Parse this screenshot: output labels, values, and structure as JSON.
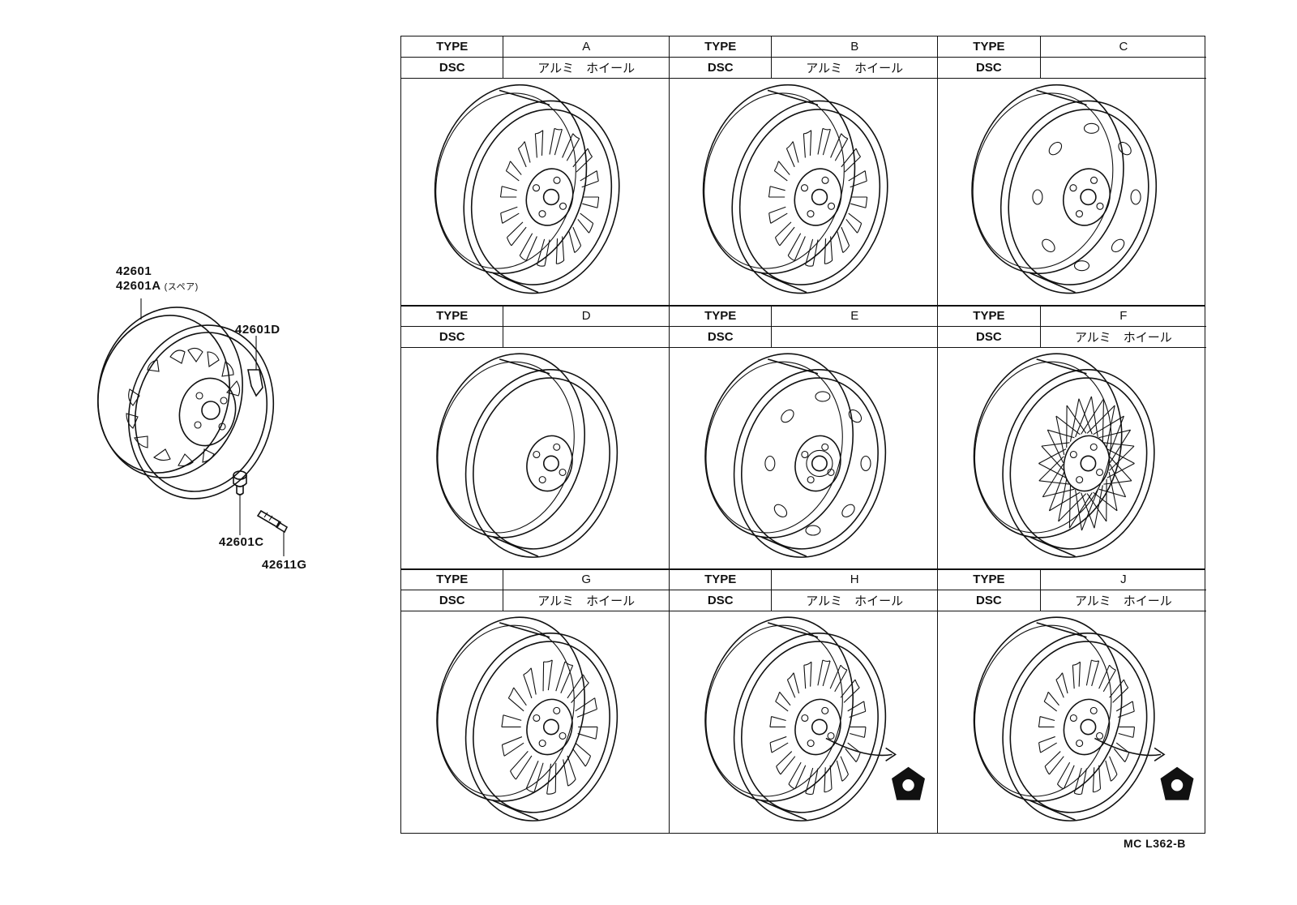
{
  "parts": {
    "wheel_number": "42601",
    "wheel_spare_number": "42601A",
    "wheel_spare_note": "(スペア)",
    "balance_weight": "42601D",
    "hub_nut": "42601C",
    "valve": "42611G"
  },
  "header_labels": {
    "type": "TYPE",
    "dsc": "DSC"
  },
  "types": [
    {
      "code": "A",
      "dsc": "アルミ　ホイール",
      "style": "slot"
    },
    {
      "code": "B",
      "dsc": "アルミ　ホイール",
      "style": "spoke"
    },
    {
      "code": "C",
      "dsc": "",
      "style": "steel-holes"
    },
    {
      "code": "D",
      "dsc": "",
      "style": "spare-plain"
    },
    {
      "code": "E",
      "dsc": "",
      "style": "steel-holes-cap"
    },
    {
      "code": "F",
      "dsc": "アルミ　ホイール",
      "style": "mesh"
    },
    {
      "code": "G",
      "dsc": "アルミ　ホイール",
      "style": "fin"
    },
    {
      "code": "H",
      "dsc": "アルミ　ホイール",
      "style": "spoke-lock"
    },
    {
      "code": "J",
      "dsc": "アルミ　ホイール",
      "style": "spoke-lock"
    }
  ],
  "footer_code": "MC L362-B"
}
